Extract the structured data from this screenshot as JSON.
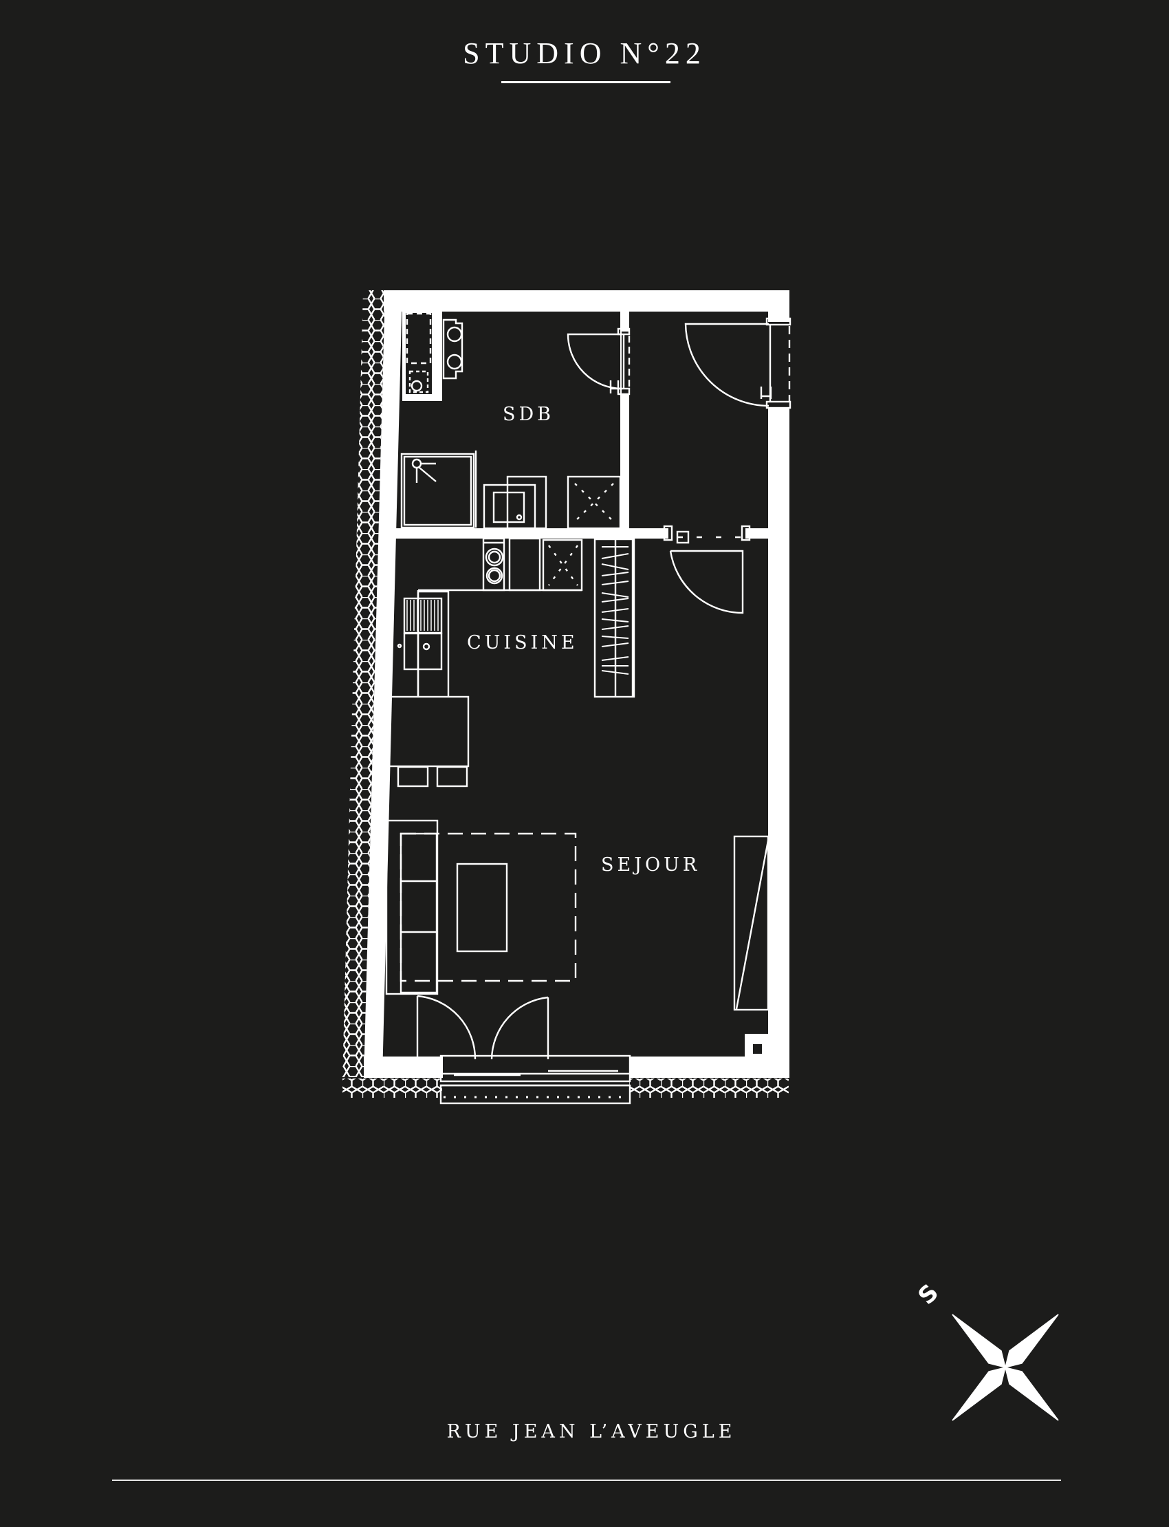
{
  "header": {
    "title": "STUDIO N°22"
  },
  "rooms": {
    "sdb": "SDB",
    "cuisine": "CUISINE",
    "sejour": "SEJOUR"
  },
  "footer": {
    "street": "RUE JEAN L’AVEUGLE"
  },
  "compass": {
    "direction_letter": "S",
    "icon": "compass-rose-icon"
  },
  "colors": {
    "background": "#1c1c1b",
    "foreground": "#ffffff"
  }
}
